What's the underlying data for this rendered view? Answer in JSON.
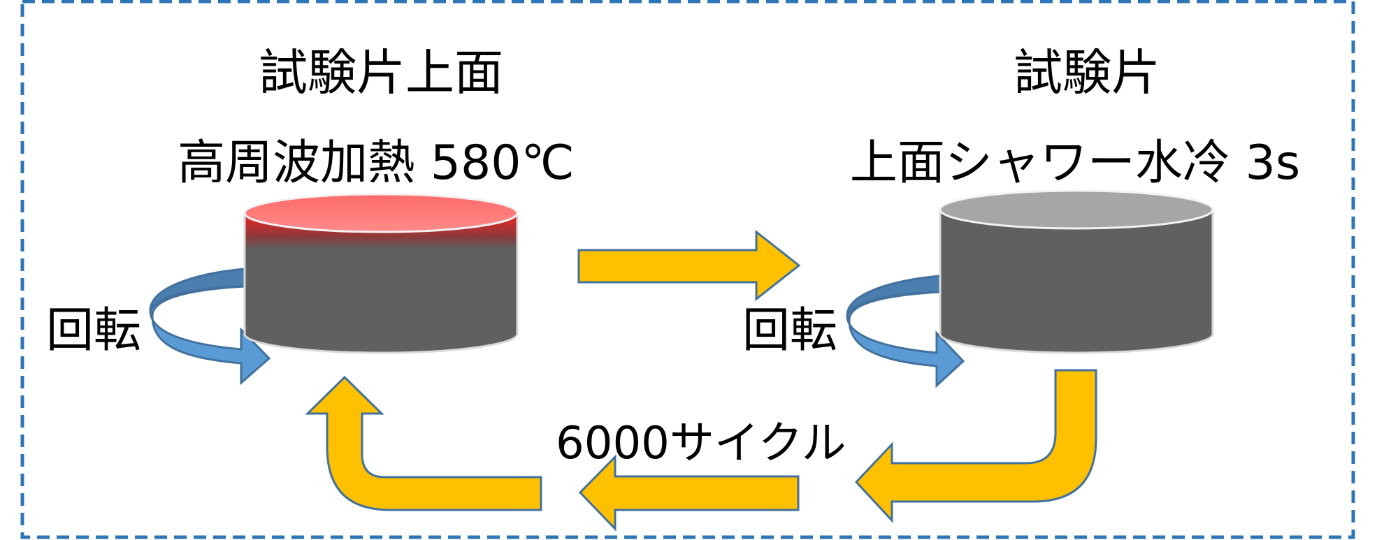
{
  "left": {
    "title": "試験片上面",
    "process": "高周波加熱 580℃",
    "rotation_label": "回転"
  },
  "right": {
    "title": "試験片",
    "process": "上面シャワー水冷 3s",
    "rotation_label": "回転"
  },
  "cycle_label": "6000サイクル",
  "colors": {
    "border": "#2e75b6",
    "arrow_fill": "#ffc000",
    "arrow_stroke": "#41719c",
    "rotation_fill": "#5b9bd5",
    "cylinder_body": "#606060",
    "cylinder_top": "#a6a6a6",
    "heat_top": "#ff6b6b",
    "heat_band": "#d62a2a"
  }
}
